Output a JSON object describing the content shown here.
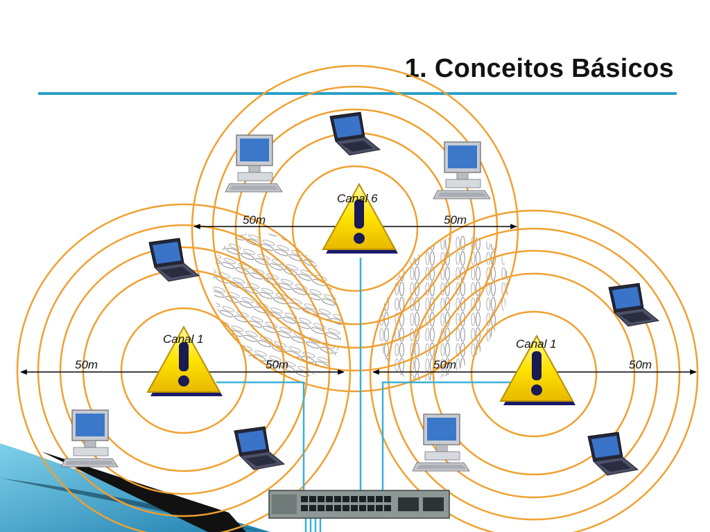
{
  "slide": {
    "title": "1. Conceitos Básicos"
  },
  "access_points": [
    {
      "id": "ap-top",
      "channel_label": "Canal 6"
    },
    {
      "id": "ap-left",
      "channel_label": "Canal 1"
    },
    {
      "id": "ap-right",
      "channel_label": "Canal 1"
    }
  ],
  "distance_labels": {
    "top_left": "50m",
    "top_right": "50m",
    "left_left": "50m",
    "left_right": "50m",
    "right_left": "50m",
    "right_right": "50m"
  },
  "colors": {
    "range_rings": "#f0a030",
    "cables": "#3ab0d8",
    "title_rule": "#2aa0c7",
    "warning_fill": "#ffe400",
    "interference": "#6a6a6a"
  },
  "icons": {
    "access_point": "warning-icon",
    "laptop": "laptop-icon",
    "desktop": "desktop-computer-icon",
    "switch": "network-switch-icon"
  }
}
